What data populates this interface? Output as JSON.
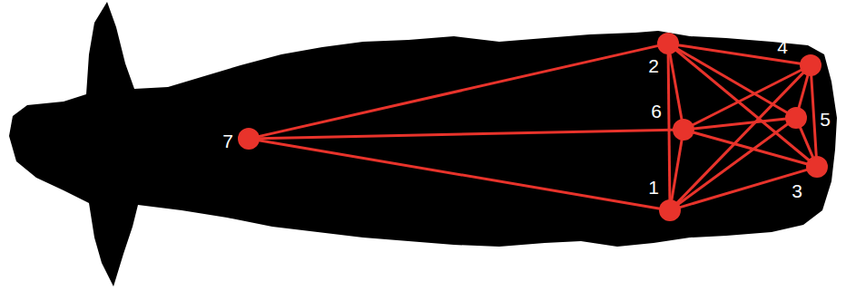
{
  "diagram": {
    "nodes": [
      {
        "text": [
          "1"
        ]
      },
      {
        "text": [
          "2"
        ]
      },
      {
        "text": [
          "3"
        ]
      },
      {
        "text": [
          "4"
        ]
      },
      {
        "text": [
          "5"
        ]
      },
      {
        "text": [
          "6"
        ]
      },
      {
        "text": [
          "7"
        ]
      }
    ],
    "edges": [
      {
        "from": 6,
        "to": 1,
        "arrow": "none"
      },
      {
        "from": 6,
        "to": 5,
        "arrow": "none"
      },
      {
        "from": 6,
        "to": 0,
        "arrow": "none"
      },
      {
        "from": 0,
        "to": 1,
        "arrow": "none"
      },
      {
        "from": 0,
        "to": 2,
        "arrow": "none"
      },
      {
        "from": 0,
        "to": 3,
        "arrow": "none"
      },
      {
        "from": 0,
        "to": 4,
        "arrow": "none"
      },
      {
        "from": 0,
        "to": 5,
        "arrow": "none"
      },
      {
        "from": 1,
        "to": 2,
        "arrow": "none"
      },
      {
        "from": 1,
        "to": 3,
        "arrow": "none"
      },
      {
        "from": 1,
        "to": 4,
        "arrow": "none"
      },
      {
        "from": 1,
        "to": 5,
        "arrow": "none"
      },
      {
        "from": 2,
        "to": 3,
        "arrow": "none"
      },
      {
        "from": 2,
        "to": 4,
        "arrow": "none"
      },
      {
        "from": 2,
        "to": 5,
        "arrow": "none"
      },
      {
        "from": 3,
        "to": 4,
        "arrow": "none"
      },
      {
        "from": 3,
        "to": 5,
        "arrow": "none"
      },
      {
        "from": 4,
        "to": 5,
        "arrow": "none"
      }
    ]
  }
}
